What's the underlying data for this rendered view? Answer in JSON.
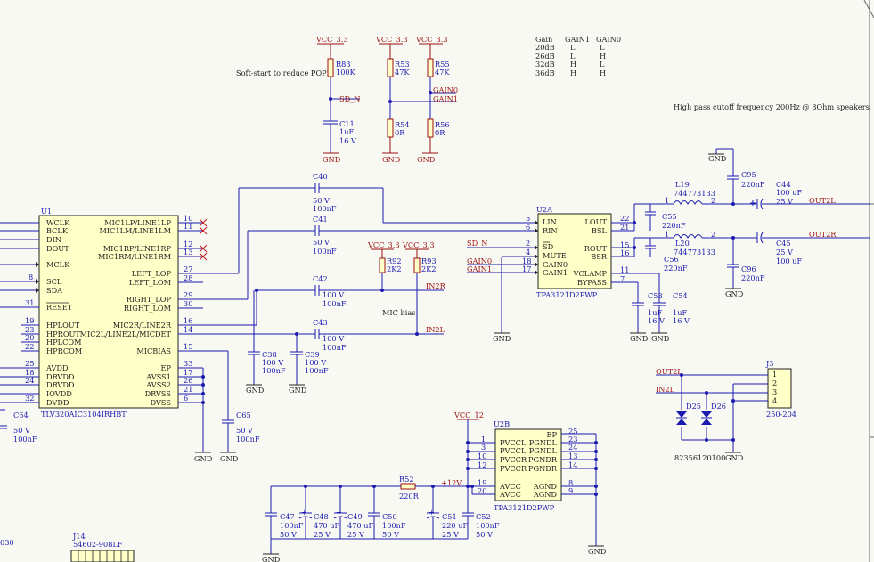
{
  "power": {
    "vcc33": "VCC_3.3",
    "vcc12": "VCC_12",
    "p12v": "+12V",
    "gnd": "GND"
  },
  "notes": {
    "softstart": "Soft-start to reduce POP's",
    "highpass": "High pass cutoff frequency 200Hz @ 8Ohm speakers",
    "micbias": "MIC bias"
  },
  "gain_table": {
    "headers": [
      "Gain",
      "GAIN1",
      "GAIN0"
    ],
    "rows": [
      [
        "20dB",
        "L",
        "L"
      ],
      [
        "26dB",
        "L",
        "H"
      ],
      [
        "32dB",
        "H",
        "L"
      ],
      [
        "36dB",
        "H",
        "H"
      ]
    ]
  },
  "nets": {
    "sd_n": "SD_N",
    "gain0": "GAIN0",
    "gain1": "GAIN1",
    "in2r": "IN2R",
    "in2l": "IN2L",
    "out2l": "OUT2L",
    "out2r": "OUT2R",
    "out2l_j3": "OUT2L",
    "in2l_j3": "IN2L"
  },
  "resistors": [
    {
      "ref": "R83",
      "val": "100K"
    },
    {
      "ref": "R53",
      "val": "47K"
    },
    {
      "ref": "R55",
      "val": "47K"
    },
    {
      "ref": "R54",
      "val": "0R"
    },
    {
      "ref": "R56",
      "val": "0R"
    },
    {
      "ref": "R92",
      "val": "2K2"
    },
    {
      "ref": "R93",
      "val": "2K2"
    },
    {
      "ref": "R52",
      "val": "220R"
    }
  ],
  "capacitors": {
    "c11": {
      "ref": "C11",
      "v1": "1uF",
      "v2": "16 V"
    },
    "c40": {
      "ref": "C40",
      "v1": "50 V",
      "v2": "100nF"
    },
    "c41": {
      "ref": "C41",
      "v1": "50 V",
      "v2": "100nF"
    },
    "c42": {
      "ref": "C42",
      "v1": "100 V",
      "v2": "100nF"
    },
    "c43": {
      "ref": "C43",
      "v1": "100 V",
      "v2": "100nF"
    },
    "c38": {
      "ref": "C38",
      "v1": "100 V",
      "v2": "100nF"
    },
    "c39": {
      "ref": "C39",
      "v1": "100 V",
      "v2": "100nF"
    },
    "c65": {
      "ref": "C65",
      "v1": "50 V",
      "v2": "100nF"
    },
    "c64": {
      "ref": "C64",
      "v1": "50 V",
      "v2": "100nF"
    },
    "c55": {
      "ref": "C55",
      "v1": "220nF"
    },
    "c56": {
      "ref": "C56",
      "v1": "220nF"
    },
    "c53": {
      "ref": "C53",
      "v1": "1uF",
      "v2": "16 V"
    },
    "c54": {
      "ref": "C54",
      "v1": "1uF",
      "v2": "16 V"
    },
    "c95": {
      "ref": "C95",
      "v1": "220nF"
    },
    "c96": {
      "ref": "C96",
      "v1": "220nF"
    },
    "c44": {
      "ref": "C44",
      "v1": "100 uF",
      "v2": "25 V"
    },
    "c45": {
      "ref": "C45",
      "v1": "25 V",
      "v2": "100 uF"
    },
    "c47": {
      "ref": "C47",
      "v1": "100nF",
      "v2": "50 V"
    },
    "c48": {
      "ref": "C48",
      "v1": "470 uF",
      "v2": "25 V"
    },
    "c49": {
      "ref": "C49",
      "v1": "470 uF",
      "v2": "25 V"
    },
    "c50": {
      "ref": "C50",
      "v1": "100nF",
      "v2": "50 V"
    },
    "c51": {
      "ref": "C51",
      "v1": "220 uF",
      "v2": "25 V"
    },
    "c52": {
      "ref": "C52",
      "v1": "100nF",
      "v2": "50 V"
    }
  },
  "inductors": {
    "l19": {
      "ref": "L19",
      "val": "744773133"
    },
    "l20": {
      "ref": "L20",
      "val": "744773133"
    }
  },
  "u1": {
    "ref": "U1",
    "part": "TLV320AIC3104IRHBT",
    "left_pins": [
      "WCLK",
      "BCLK",
      "DIN",
      "DOUT",
      "MCLK",
      "SCL",
      "SDA",
      "RESET",
      "HPLOUT",
      "HPROUT",
      "HPLCOM",
      "HPRCOM",
      "AVDD",
      "DRVDD",
      "DRVDD",
      "IOVDD",
      "DVDD"
    ],
    "left_nums": [
      "",
      "",
      "",
      "",
      "",
      "8",
      "",
      "31",
      "19",
      "23",
      "20",
      "22",
      "25",
      "18",
      "24",
      "",
      "32"
    ],
    "right_pins": [
      "MIC1LP/LINE1LP",
      "MIC1LM/LINE1LM",
      "MIC1RP/LINE1RP",
      "MIC1RM/LINE1RM",
      "LEFT_LOP",
      "LEFT_LOM",
      "RIGHT_LOP",
      "RIGHT_LOM",
      "MIC2R/LINE2R",
      "MIC2L/LINE2L/MICDET",
      "MICBIAS",
      "EP",
      "AVSS1",
      "AVSS2",
      "DRVSS",
      "DVSS"
    ],
    "right_nums": [
      "10",
      "11",
      "12",
      "13",
      "27",
      "28",
      "29",
      "30",
      "16",
      "14",
      "15",
      "33",
      "17",
      "26",
      "21",
      "6"
    ]
  },
  "u2a": {
    "ref": "U2A",
    "part": "TPA3121D2PWP",
    "left_pins": [
      "LIN",
      "RIN",
      "SD",
      "MUTE",
      "GAIN0",
      "GAIN1"
    ],
    "left_nums": [
      "5",
      "6",
      "2",
      "4",
      "18",
      "17"
    ],
    "right_pins": [
      "LOUT",
      "BSL",
      "ROUT",
      "BSR",
      "VCLAMP",
      "BYPASS"
    ],
    "right_nums": [
      "22",
      "21",
      "15",
      "16",
      "11",
      "7"
    ]
  },
  "u2b": {
    "ref": "U2B",
    "part": "TPA3121D2PWP",
    "left_pins": [
      "PVCCL",
      "PVCCL",
      "PVCCR",
      "PVCCR",
      "AVCC",
      "AVCC"
    ],
    "left_nums": [
      "1",
      "3",
      "10",
      "12",
      "19",
      "20"
    ],
    "right_pins": [
      "EP",
      "PGNDL",
      "PGNDL",
      "PGNDR",
      "PGNDR",
      "AGND",
      "AGND"
    ],
    "right_nums": [
      "25",
      "23",
      "24",
      "13",
      "14",
      "8",
      "9"
    ]
  },
  "j3": {
    "ref": "J3",
    "part": "250-204",
    "pins": [
      "1",
      "2",
      "3",
      "4"
    ]
  },
  "diodes": {
    "d25": "D25",
    "d26": "D26",
    "part": "82356120100"
  },
  "j14": {
    "ref": "J14",
    "part": "54602-908LF"
  },
  "edge_label": "030"
}
